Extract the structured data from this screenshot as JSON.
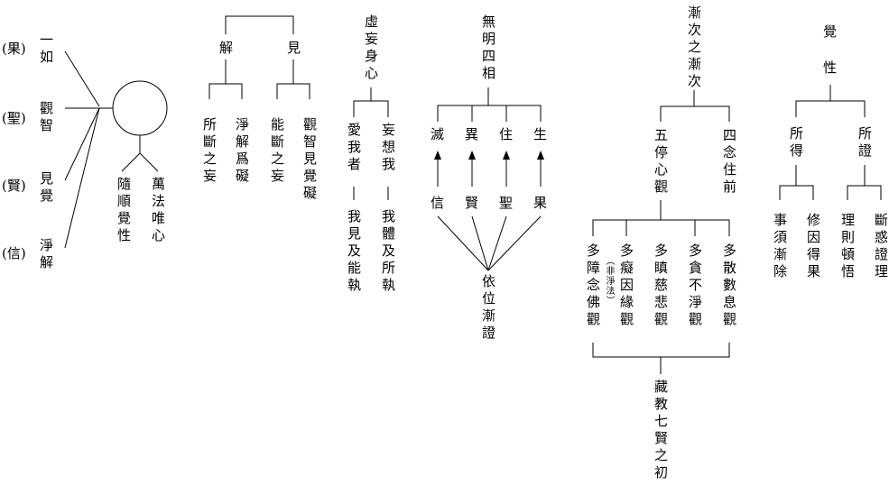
{
  "s1": {
    "levels": [
      {
        "paren": "(果)",
        "text": "一如"
      },
      {
        "paren": "(聖)",
        "text": "觀智"
      },
      {
        "paren": "(賢)",
        "text": "見覺"
      },
      {
        "paren": "(信)",
        "text": "淨解"
      }
    ],
    "left_caption": "隨順覺性",
    "right_caption": "萬法唯心"
  },
  "s2": {
    "top_left": "解",
    "top_right": "見",
    "leaves": [
      "所斷之妄",
      "淨解爲礙",
      "能斷之妄",
      "觀智見覺礙"
    ]
  },
  "s3": {
    "title": "虛妄身心",
    "left_branch": "愛我者",
    "right_branch": "妄想我",
    "left_bottom": "我見及能執",
    "right_bottom": "我體及所執"
  },
  "s4": {
    "title": "無明四相",
    "marks": [
      "滅",
      "異",
      "住",
      "生"
    ],
    "levels": [
      "信",
      "賢",
      "聖",
      "果"
    ],
    "caption": "依位漸證"
  },
  "s5": {
    "title": "漸次之漸次",
    "left_branch": "五停心觀",
    "right_branch": "四念住前",
    "practices": [
      "多障念佛觀",
      "多癡因緣觀",
      "多瞋慈悲觀",
      "多貪不淨觀",
      "多散數息觀"
    ],
    "note": "（非淨法）",
    "bottom": "藏教七賢之初"
  },
  "s6": {
    "title_top": "覺",
    "title_bottom": "性",
    "left": "所得",
    "right": "所證",
    "leaves": [
      "事須漸除",
      "修因得果",
      "理則頓悟",
      "斷惑證理"
    ]
  }
}
